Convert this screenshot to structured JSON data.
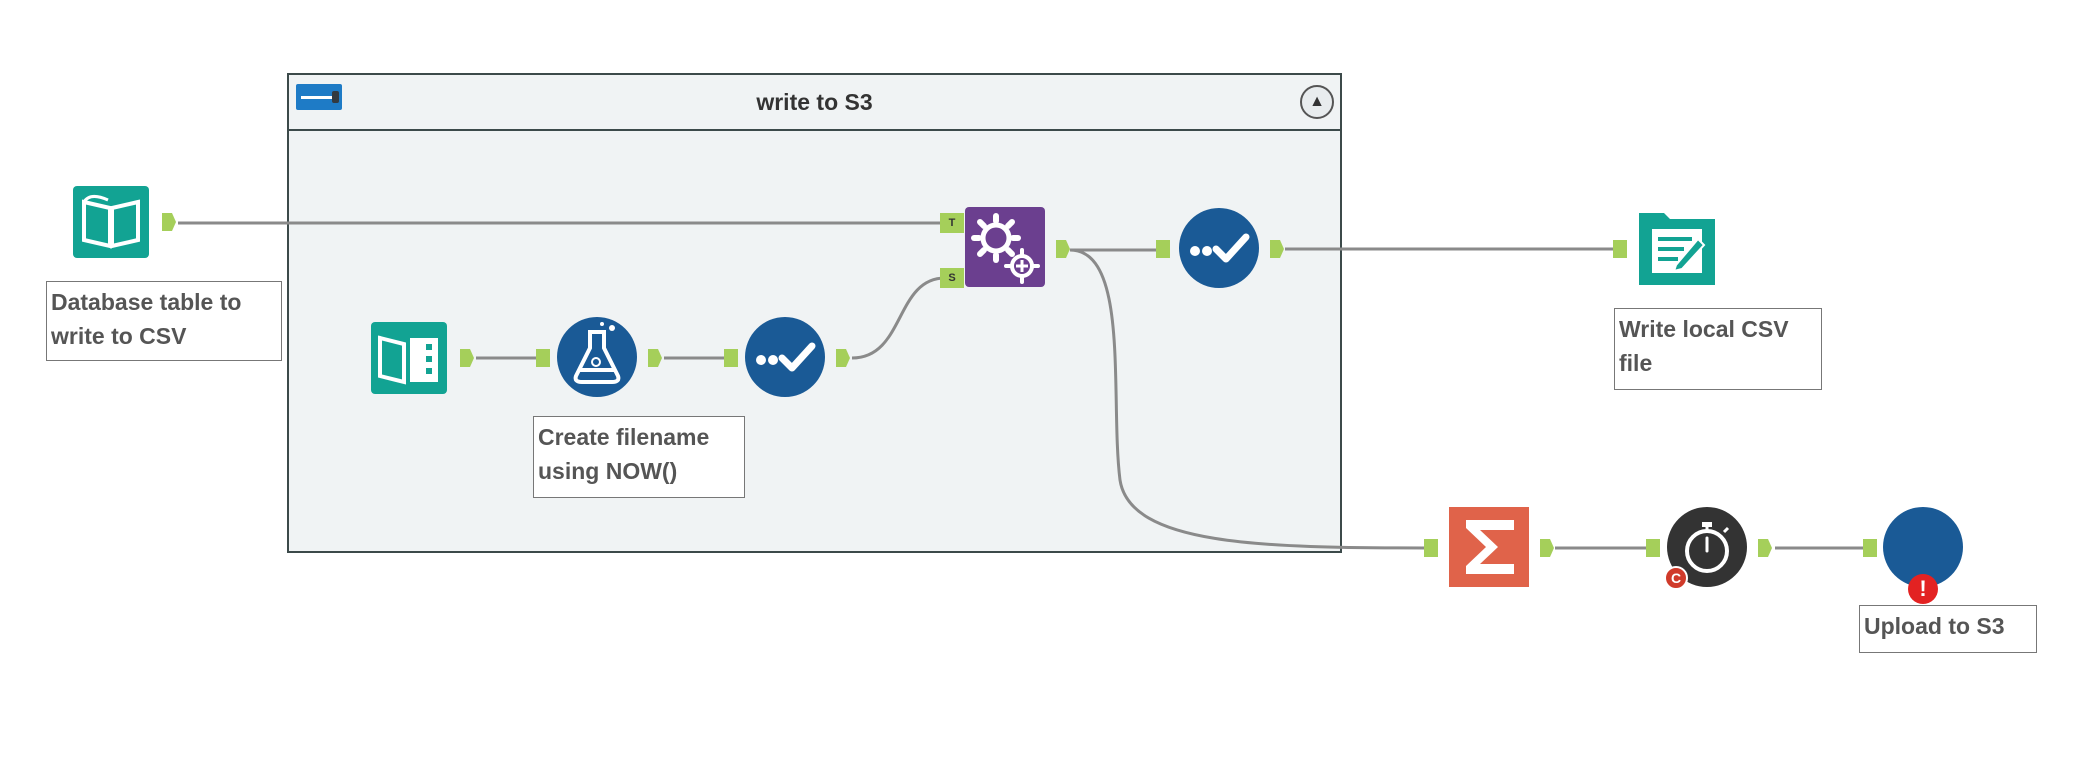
{
  "container": {
    "title": "write to S3",
    "toggle_icon": "container-toggle-icon",
    "collapse_icon": "collapse-up-icon"
  },
  "annotations": {
    "db_table": "Database table to write to CSV",
    "filename": "Create filename using NOW()",
    "local_csv": "Write local CSV file",
    "upload": "Upload to S3"
  },
  "anchors": {
    "append_target": "T",
    "append_source": "S"
  },
  "badges": {
    "error": "!",
    "cache": "C"
  },
  "colors": {
    "teal": "#12a393",
    "blue": "#1a5a96",
    "purple": "#6b3f8f",
    "orange": "#e0634a",
    "dark": "#333333",
    "anchor": "#a5cf5a",
    "wire": "#888888",
    "error": "#e32222"
  },
  "icons": [
    "input-book-icon",
    "text-input-icon",
    "formula-flask-icon",
    "select-check-icon",
    "append-fields-gear-icon",
    "output-csv-icon",
    "summarize-sigma-icon",
    "block-until-done-stopwatch-icon",
    "macro-circle-icon"
  ]
}
